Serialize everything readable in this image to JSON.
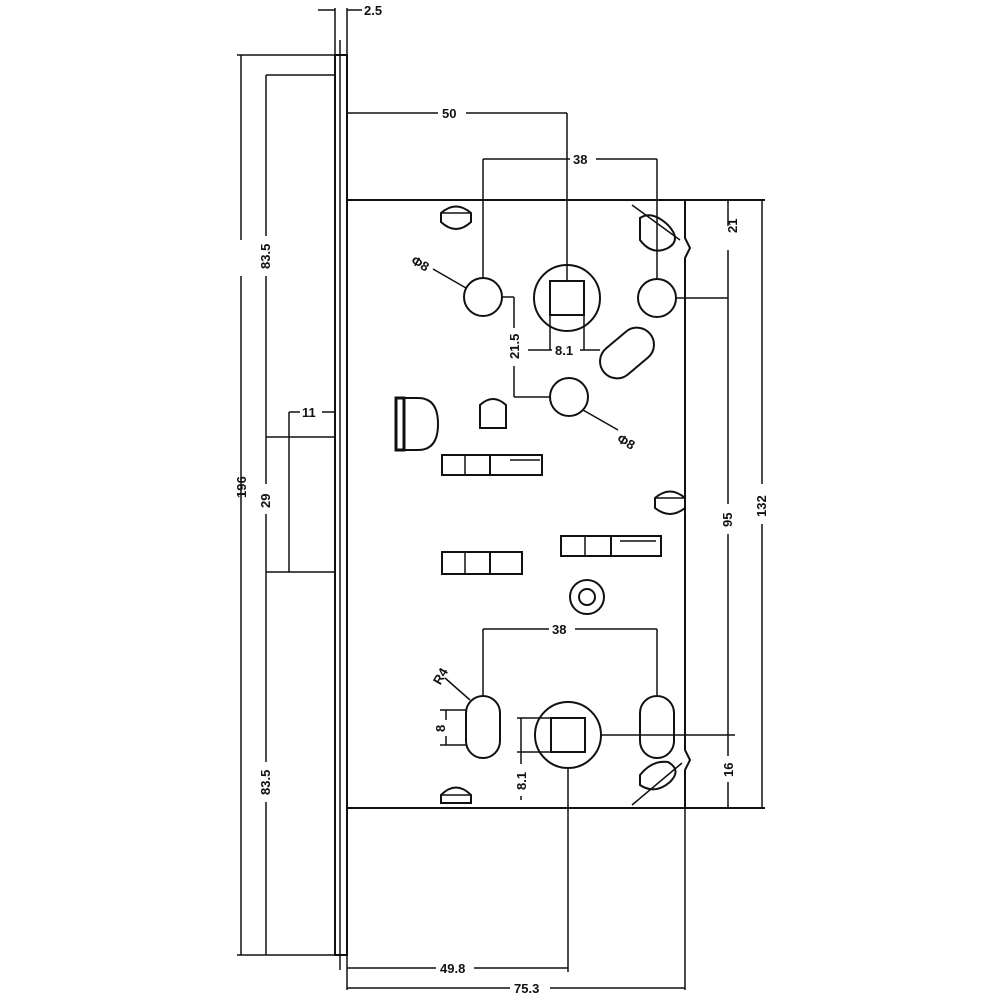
{
  "dimensions": {
    "faceplate_thickness": "2.5",
    "backset": "50",
    "spindle_to_hole_top": "38",
    "screw_hole_top": "Φ8",
    "top_hole_offset": "21",
    "vertical_spacing": "21.5",
    "spindle_square_top": "8.1",
    "screw_hole_middle": "Φ8",
    "faceplate_upper": "83.5",
    "latch_width": "11",
    "latch_height": "29",
    "total_height": "196",
    "centre_distance": "95",
    "case_height": "132",
    "spindle_to_hole_bottom": "38",
    "slot_radius": "R4",
    "slot_height": "8",
    "spindle_square_bottom": "8.1",
    "bottom_hole_offset": "16",
    "faceplate_lower": "83.5",
    "spindle_backset": "49.8",
    "overall_depth": "75.3"
  }
}
